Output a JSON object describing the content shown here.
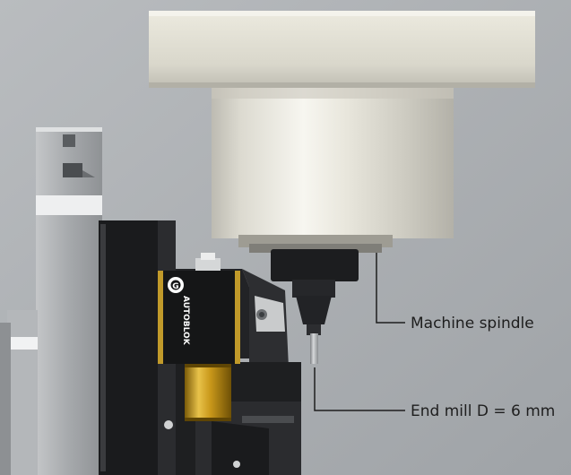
{
  "callouts": {
    "spindle_label": "Machine spindle",
    "endmill_label": "End mill D = 6 mm"
  },
  "logo": {
    "brand_text": "AUTOBLOK",
    "brand_mark": "G"
  },
  "colors": {
    "background": "#a9adb1",
    "spindle_housing": "#e6e4d8",
    "fixture_black": "#1a1b1d",
    "brass": "#d2a41c",
    "leader_line": "#1e1e1e"
  }
}
